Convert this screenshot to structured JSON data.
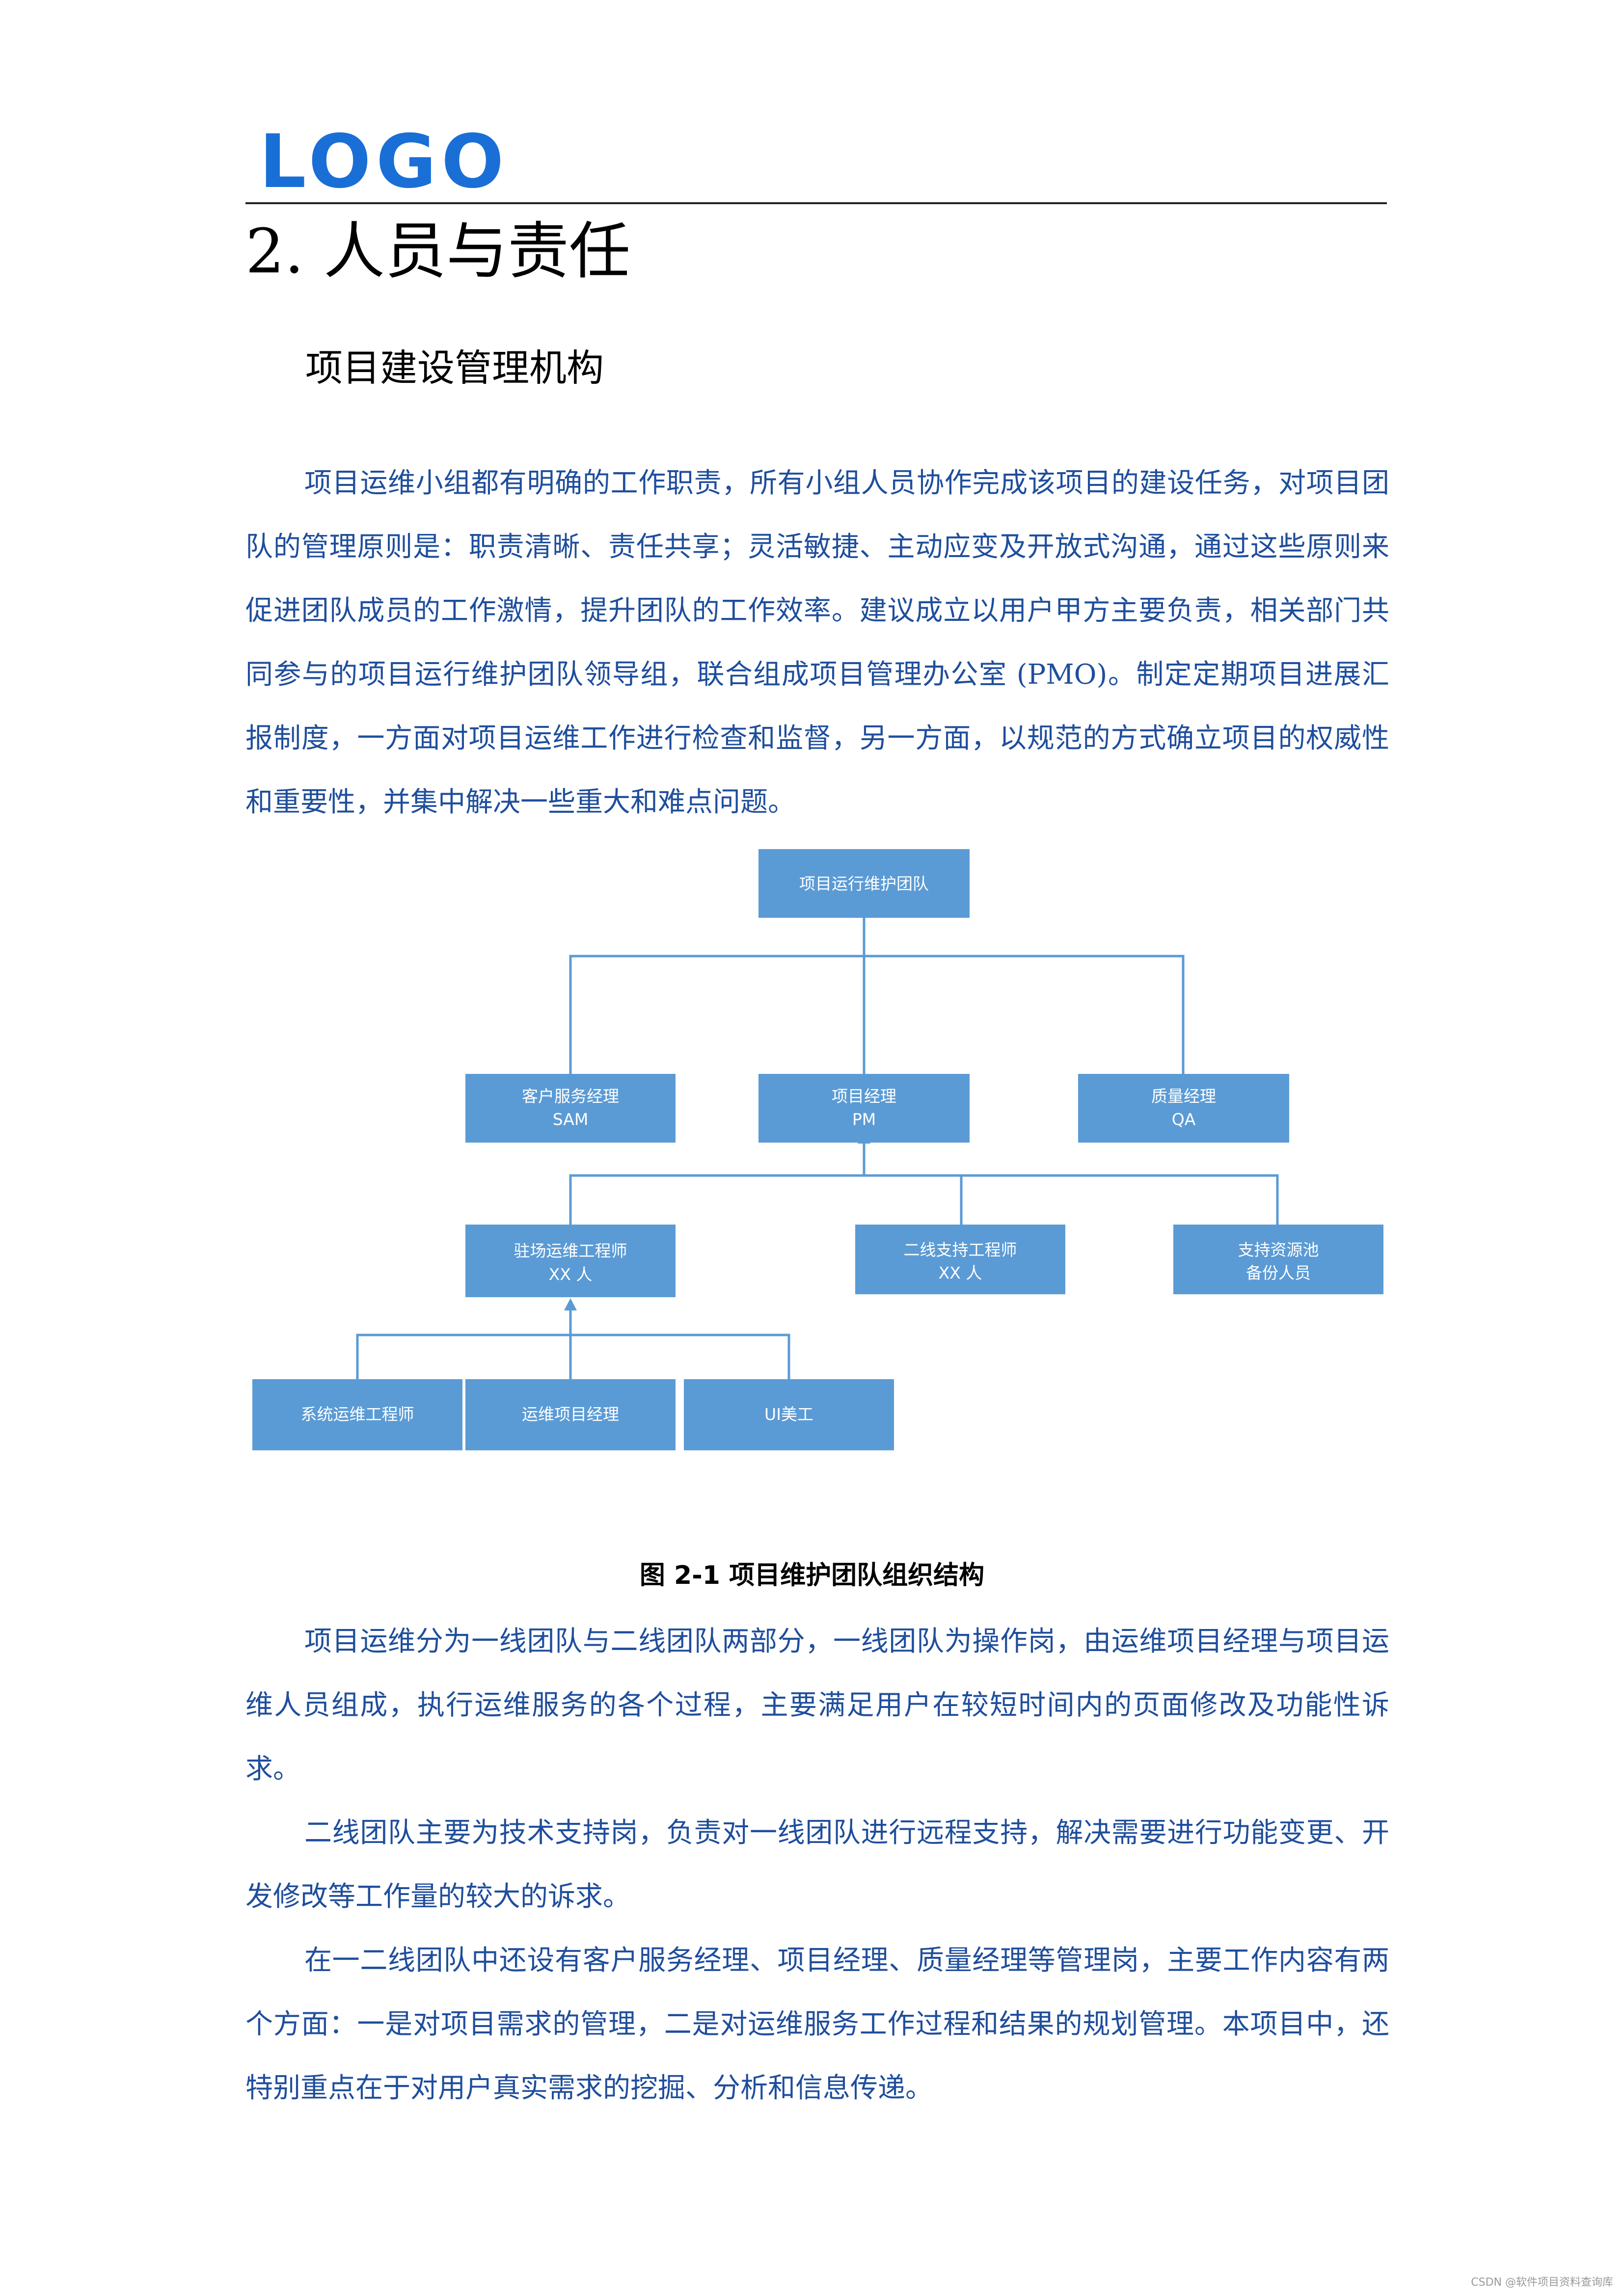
{
  "header": {
    "logo_text": "LOGO"
  },
  "chapter_title": "2. 人员与责任",
  "section_title": "项目建设管理机构",
  "paragraphs": {
    "intro": "项目运维小组都有明确的工作职责，所有小组人员协作完成该项目的建设任务，对项目团队的管理原则是：职责清晰、责任共享；灵活敏捷、主动应变及开放式沟通，通过这些原则来促进团队成员的工作激情，提升团队的工作效率。建议成立以用户甲方主要负责，相关部门共同参与的项目运行维护团队领导组，联合组成项目管理办公室 (PMO)。制定定期项目进展汇报制度，一方面对项目运维工作进行检查和监督，另一方面，以规范的方式确立项目的权威性和重要性，并集中解决一些重大和难点问题。",
    "first_line": "项目运维分为一线团队与二线团队两部分，一线团队为操作岗，由运维项目经理与项目运维人员组成，执行运维服务的各个过程，主要满足用户在较短时间内的页面修改及功能性诉求。",
    "second_line": "二线团队主要为技术支持岗，负责对一线团队进行远程支持，解决需要进行功能变更、开发修改等工作量的较大的诉求。",
    "management": "在一二线团队中还设有客户服务经理、项目经理、质量经理等管理岗，主要工作内容有两个方面：一是对项目需求的管理，二是对运维服务工作过程和结果的规划管理。本项目中，还特别重点在于对用户真实需求的挖掘、分析和信息传递。"
  },
  "org_chart": {
    "root": {
      "line1": "项目运行维护团队"
    },
    "csm": {
      "line1": "客户服务经理",
      "line2": "SAM"
    },
    "pm": {
      "line1": "项目经理",
      "line2": "PM"
    },
    "qa": {
      "line1": "质量经理",
      "line2": "QA"
    },
    "onsite": {
      "line1": "驻场运维工程师",
      "line2": "XX 人"
    },
    "support": {
      "line1": "二线支持工程师",
      "line2": "XX 人"
    },
    "pool": {
      "line1": "支持资源池",
      "line2": "备份人员"
    },
    "sysops": {
      "line1": "系统运维工程师"
    },
    "opspm": {
      "line1": "运维项目经理"
    },
    "ui": {
      "line1": "UI美工"
    },
    "node_color": "#5b9bd5",
    "text_color": "#ffffff"
  },
  "figure_caption": "图 2-1 项目维护团队组织结构",
  "watermark": "CSDN @软件项目资料查询库"
}
